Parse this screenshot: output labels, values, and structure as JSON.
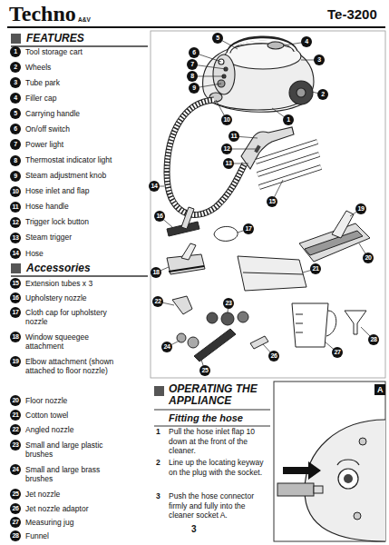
{
  "diagram": {
    "nodes": [
      {
        "text": [
          "1",
          "Tool storage cart"
        ]
      },
      {
        "text": [
          "2",
          "Wheels"
        ]
      },
      {
        "text": [
          "3",
          "Tube park"
        ]
      },
      {
        "text": [
          "4",
          "Filler cap"
        ]
      },
      {
        "text": [
          "5",
          "Carrying handle"
        ]
      },
      {
        "text": [
          "6",
          "On/off switch"
        ]
      },
      {
        "text": [
          "7",
          "Power light"
        ]
      },
      {
        "text": [
          "8",
          "Thermostat indicator light"
        ]
      },
      {
        "text": [
          "9",
          "Steam adjustment knob"
        ]
      },
      {
        "text": [
          "10",
          "Hose inlet and flap"
        ]
      },
      {
        "text": [
          "11",
          "Hose handle"
        ]
      },
      {
        "text": [
          "12",
          "Trigger lock button"
        ]
      },
      {
        "text": [
          "13",
          "Steam trigger"
        ]
      },
      {
        "text": [
          "14",
          "Hose"
        ]
      },
      {
        "text": [
          "15",
          "Extension tubes x 3"
        ]
      },
      {
        "text": [
          "16",
          "Upholstery nozzle"
        ]
      },
      {
        "text": [
          "17",
          "Cloth cap for upholstery nozzle"
        ]
      },
      {
        "text": [
          "18",
          "Window squeegee attachment"
        ]
      },
      {
        "text": [
          "19",
          "Elbow attachment (shown attached to floor nozzle)"
        ]
      },
      {
        "text": [
          "20",
          "Floor nozzle"
        ]
      },
      {
        "text": [
          "21",
          "Cotton towel"
        ]
      },
      {
        "text": [
          "22",
          "Angled nozzle"
        ]
      },
      {
        "text": [
          "23",
          "Small and large plastic brushes"
        ]
      },
      {
        "text": [
          "24",
          "Small and large brass brushes"
        ]
      },
      {
        "text": [
          "25",
          "Jet nozzle"
        ]
      },
      {
        "text": [
          "26",
          "Jet nozzle adaptor"
        ]
      },
      {
        "text": [
          "27",
          "Measuring jug"
        ]
      },
      {
        "text": [
          "28",
          "Funnel"
        ]
      },
      {
        "text": [
          "1"
        ]
      },
      {
        "text": [
          "2"
        ]
      },
      {
        "text": [
          "3"
        ]
      },
      {
        "text": [
          "4"
        ]
      },
      {
        "text": [
          "5"
        ]
      },
      {
        "text": [
          "6"
        ]
      },
      {
        "text": [
          "7"
        ]
      },
      {
        "text": [
          "8"
        ]
      },
      {
        "text": [
          "9"
        ]
      },
      {
        "text": [
          "10"
        ]
      },
      {
        "text": [
          "11"
        ]
      },
      {
        "text": [
          "12"
        ]
      },
      {
        "text": [
          "13"
        ]
      },
      {
        "text": [
          "14"
        ]
      },
      {
        "text": [
          "15"
        ]
      },
      {
        "text": [
          "16"
        ]
      },
      {
        "text": [
          "17"
        ]
      },
      {
        "text": [
          "18"
        ]
      },
      {
        "text": [
          "19"
        ]
      },
      {
        "text": [
          "20"
        ]
      },
      {
        "text": [
          "21"
        ]
      },
      {
        "text": [
          "22"
        ]
      },
      {
        "text": [
          "23"
        ]
      },
      {
        "text": [
          "24"
        ]
      },
      {
        "text": [
          "25"
        ]
      },
      {
        "text": [
          "26"
        ]
      },
      {
        "text": [
          "27"
        ]
      },
      {
        "text": [
          "28"
        ]
      },
      {
        "text": [
          "A"
        ]
      }
    ],
    "labels": [
      "Techno",
      "A&V",
      "Te-3200",
      "FEATURES",
      "Accessories",
      "OPERATING THE APPLIANCE",
      "Fitting the hose",
      "1",
      "Pull the hose inlet flap 10 down at the front of the cleaner.",
      "2",
      "Line up the locating keyway on the plug with the socket.",
      "3",
      "Push the hose connector firmly and fully into the cleaner socket A.",
      "3"
    ]
  }
}
